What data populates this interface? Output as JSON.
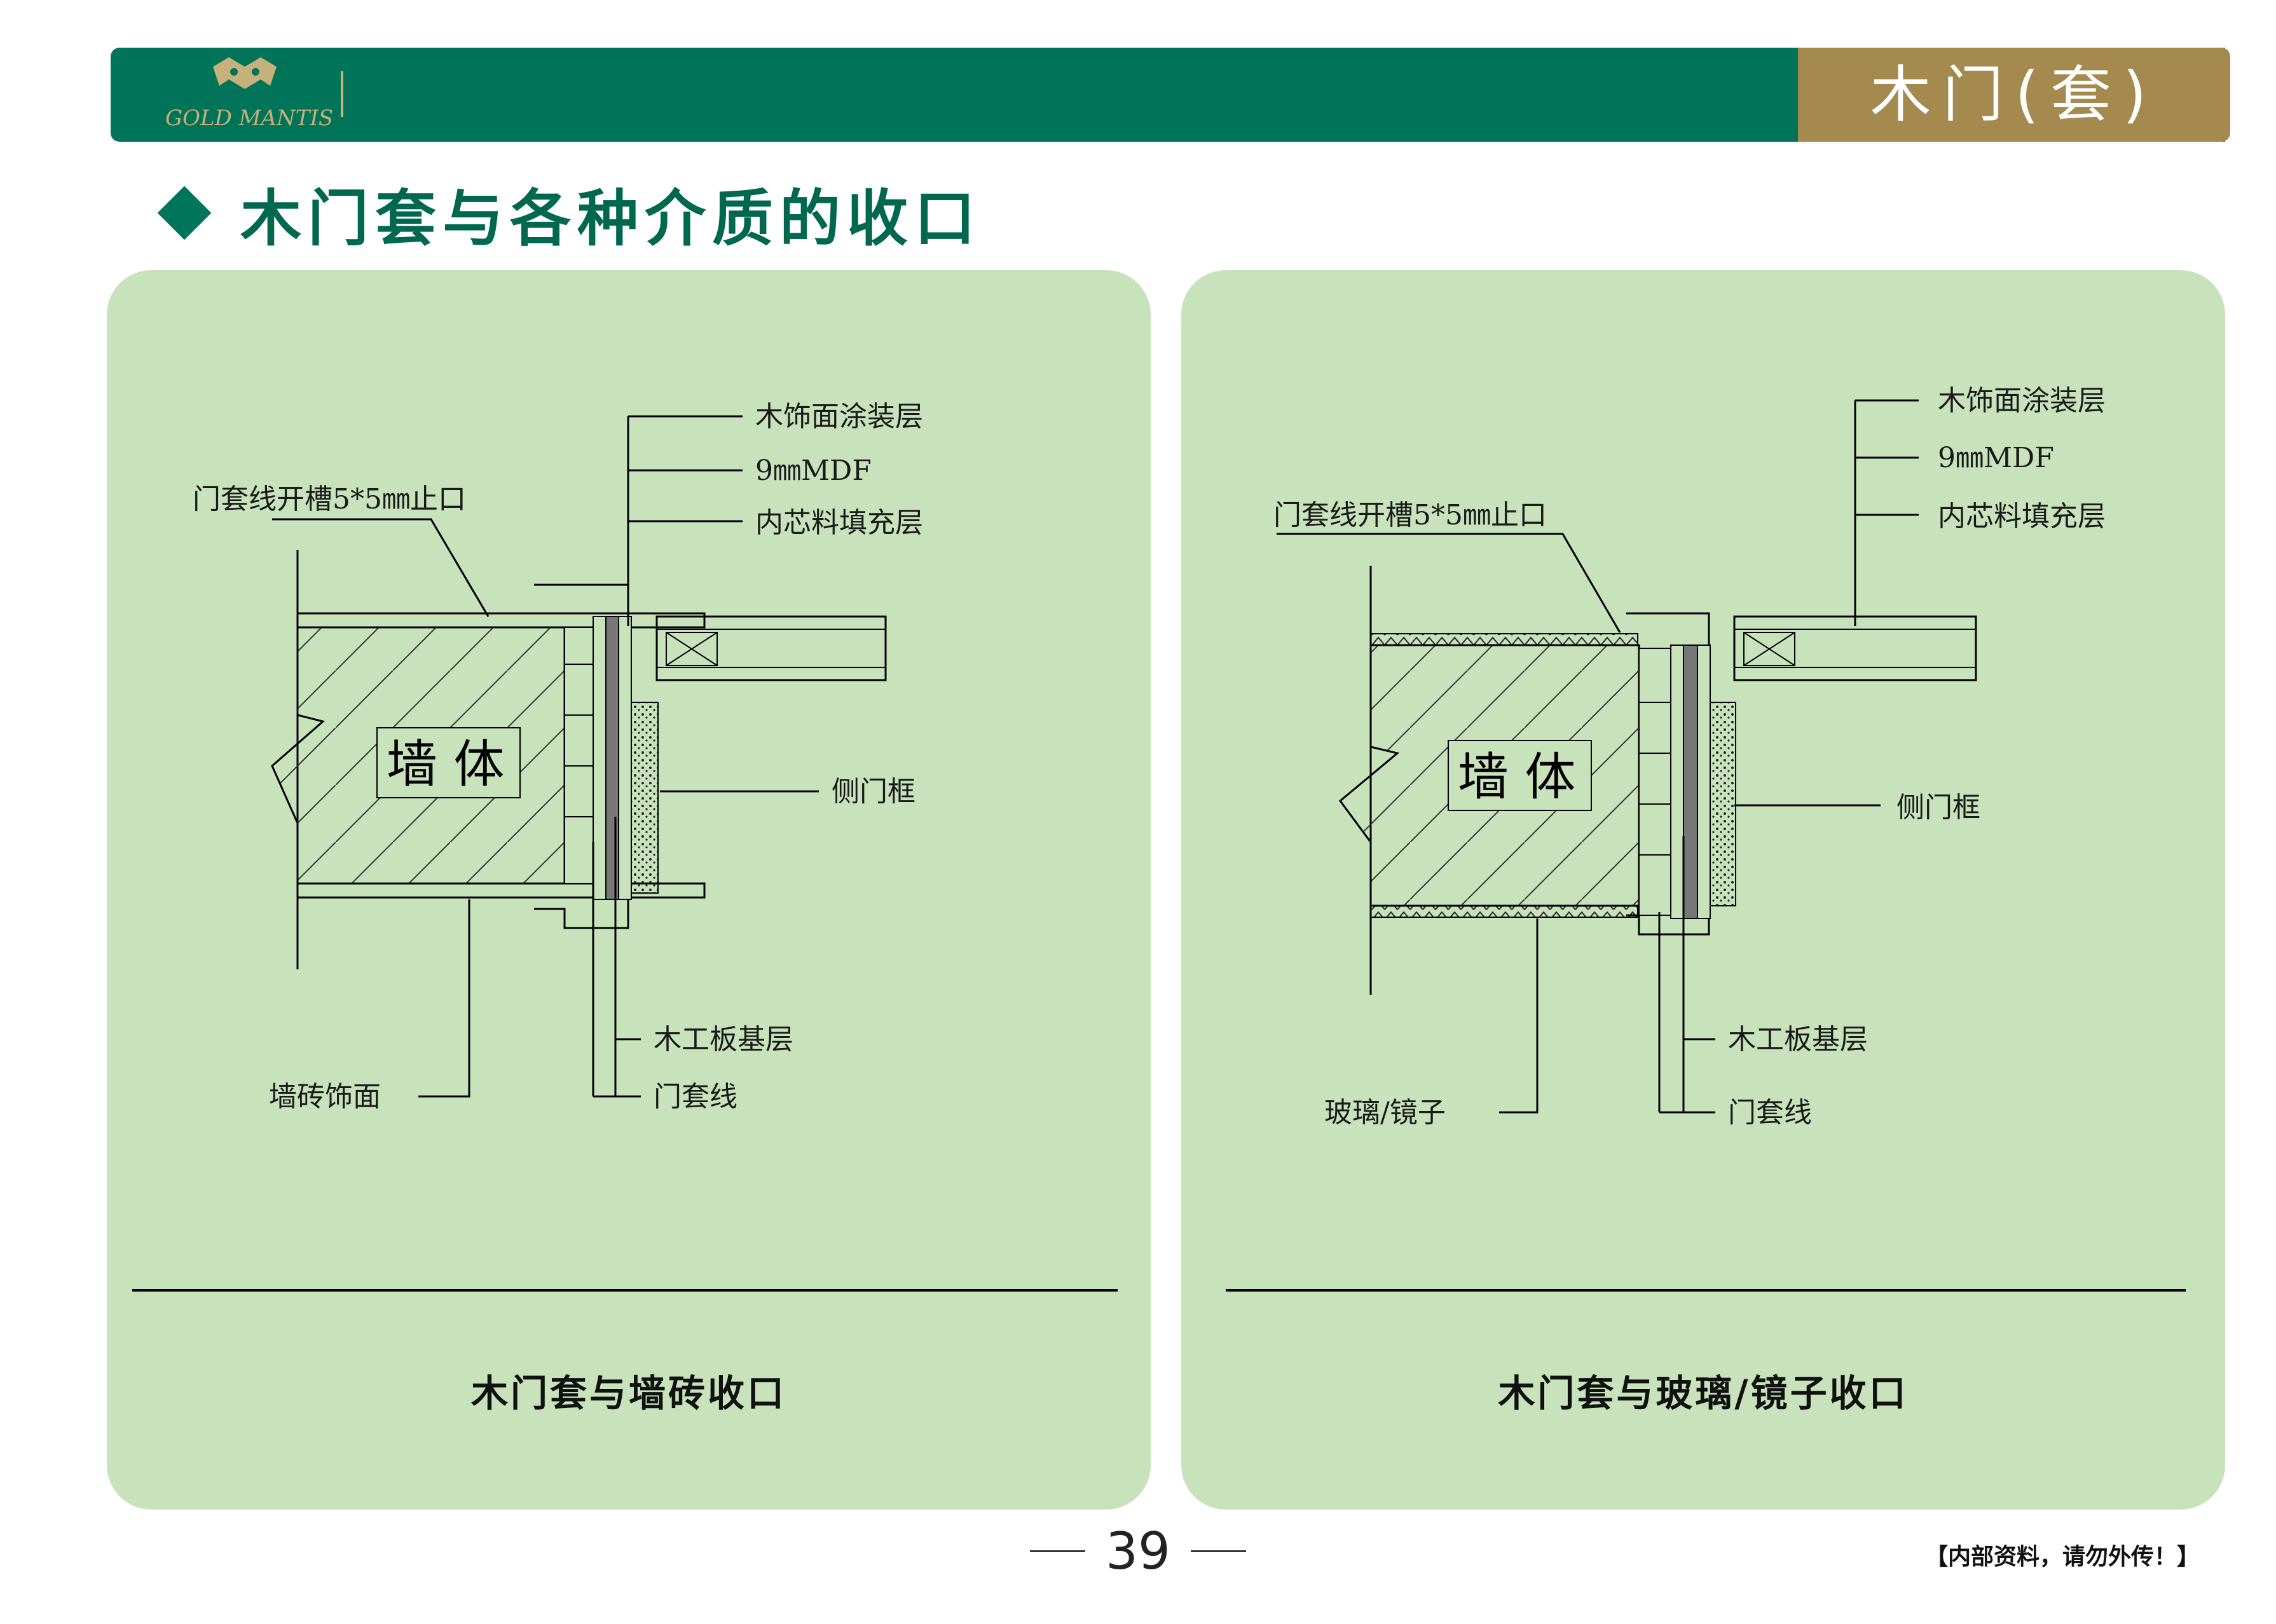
{
  "header": {
    "logo_text": "GOLD MANTIS",
    "title": "木门(套)"
  },
  "section": {
    "title": "木门套与各种介质的收口"
  },
  "panels": [
    {
      "caption": "木门套与墙砖收口",
      "labels": {
        "wood_finish": "木饰面涂装层",
        "mdf": "9㎜MDF",
        "core_fill": "内芯料填充层",
        "groove": "门套线开槽5*5㎜止口",
        "wall": "墙 体",
        "side_frame": "侧门框",
        "plywood_base": "木工板基层",
        "casing": "门套线",
        "facing": "墙砖饰面"
      }
    },
    {
      "caption": "木门套与玻璃/镜子收口",
      "labels": {
        "wood_finish": "木饰面涂装层",
        "mdf": "9㎜MDF",
        "core_fill": "内芯料填充层",
        "groove": "门套线开槽5*5㎜止口",
        "wall": "墙 体",
        "side_frame": "侧门框",
        "plywood_base": "木工板基层",
        "casing": "门套线",
        "facing": "玻璃/镜子"
      }
    }
  ],
  "footer": {
    "page_number": "39",
    "note": "【内部资料，请勿外传！】"
  }
}
